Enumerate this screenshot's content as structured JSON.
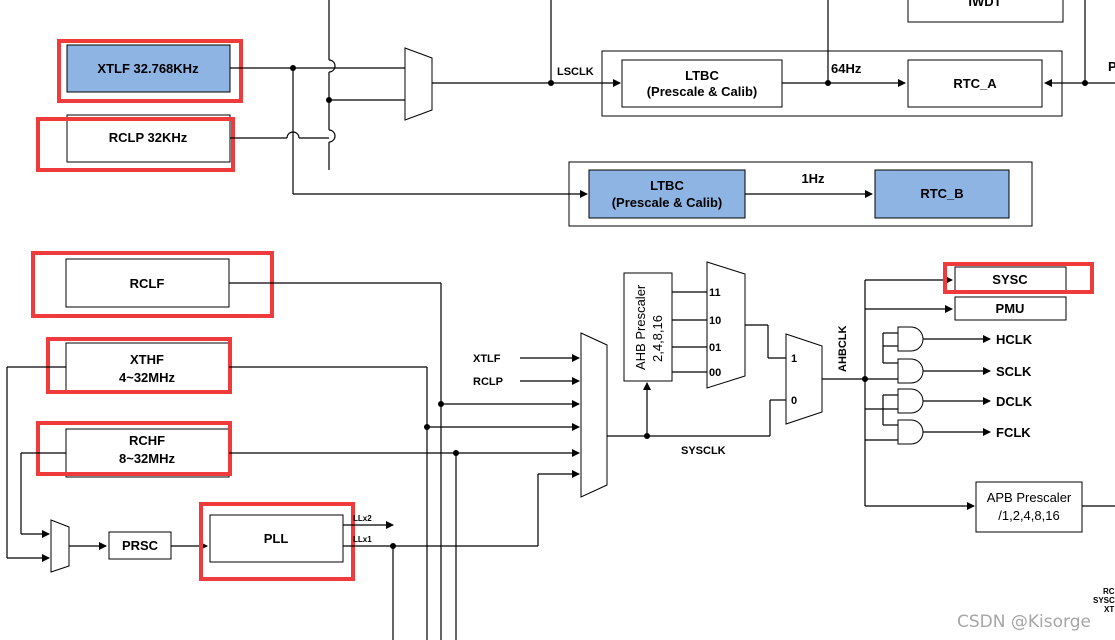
{
  "blocks": {
    "iwdt": "IWDT",
    "xtlf": "XTLF 32.768KHz",
    "rclp": "RCLP 32KHz",
    "lsclk": "LSCLK",
    "ltbc_a_l1": "LTBC",
    "ltbc_a_l2": "(Prescale & Calib)",
    "freq_64": "64Hz",
    "rtc_a": "RTC_A",
    "edge_p": "P",
    "ltbc_b_l1": "LTBC",
    "ltbc_b_l2": "(Prescale & Calib)",
    "freq_1": "1Hz",
    "rtc_b": "RTC_B",
    "rclf": "RCLF",
    "xthf_l1": "XTHF",
    "xthf_l2": "4~32MHz",
    "rchf_l1": "RCHF",
    "rchf_l2": "8~32MHz",
    "prsc": "PRSC",
    "pll": "PLL",
    "pll_out2": "LLx2",
    "pll_out1": "LLx1",
    "in_xtlf": "XTLF",
    "in_rclp": "RCLP",
    "sysclk": "SYSCLK",
    "ahb_prescaler_l1": "AHB Prescaler",
    "ahb_prescaler_l2": "2,4,8,16",
    "mux_11": "11",
    "mux_10": "10",
    "mux_01": "01",
    "mux_00": "00",
    "sel_1": "1",
    "sel_0": "0",
    "ahbclk": "AHBCLK",
    "sysc": "SYSC",
    "pmu": "PMU",
    "hclk": "HCLK",
    "sclk": "SCLK",
    "dclk": "DCLK",
    "fclk": "FCLK",
    "apb_l1": "APB Prescaler",
    "apb_l2": "/1,2,4,8,16",
    "edge_r1": "RC",
    "edge_r2": "SYSC",
    "edge_r3": "XT"
  },
  "watermark": "CSDN @Kisorge",
  "colors": {
    "highlight": "#ef3b3b",
    "block_fill": "#8eb4e3"
  }
}
